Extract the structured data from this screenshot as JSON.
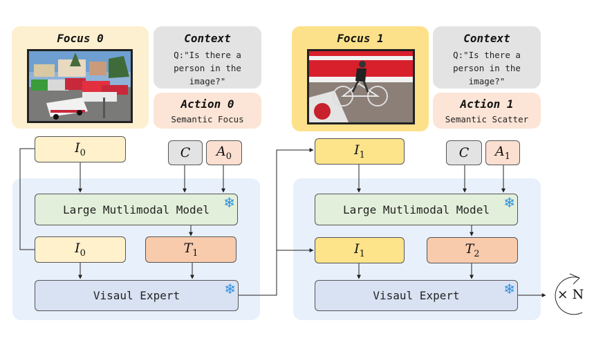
{
  "step0": {
    "focus_title": "Focus 0",
    "context_title": "Context",
    "context_question": "Q:\"Is there a person in the image?\"",
    "action_title": "Action 0",
    "action_text": "Semantic Focus",
    "input_symbol": "I",
    "input_sub": "0",
    "context_symbol": "C",
    "action_symbol": "A",
    "action_sub": "0",
    "model_label": "Large Mutlimodal Model",
    "output_symbol": "T",
    "output_sub": "1",
    "expert_label": "Visaul Expert"
  },
  "step1": {
    "focus_title": "Focus 1",
    "context_title": "Context",
    "context_question": "Q:\"Is there a person in the image?\"",
    "action_title": "Action 1",
    "action_text": "Semantic Scatter",
    "input_symbol": "I",
    "input_sub": "1",
    "context_symbol": "C",
    "action_symbol": "A",
    "action_sub": "1",
    "model_label": "Large Mutlimodal Model",
    "output_symbol": "T",
    "output_sub": "2",
    "expert_label": "Visaul Expert"
  },
  "repeat_label": "× N",
  "colors": {
    "focus0_bg": "#fdf0d0",
    "focus1_bg": "#fde18a",
    "context_bg": "#e3e3e3",
    "action_bg": "#fce5d6",
    "panel_bg": "#e8f0fb",
    "input_light": "#fff1cc",
    "input_bright": "#fde38a",
    "gray_box": "#e3e3e3",
    "action_box": "#fbdfd0",
    "model_bg": "#e2efda",
    "output_bg": "#f8cbad",
    "expert_bg": "#d9e2f3"
  },
  "icons": [
    "snowflake-icon",
    "cycle-arrow-icon",
    "arrow-icon"
  ]
}
